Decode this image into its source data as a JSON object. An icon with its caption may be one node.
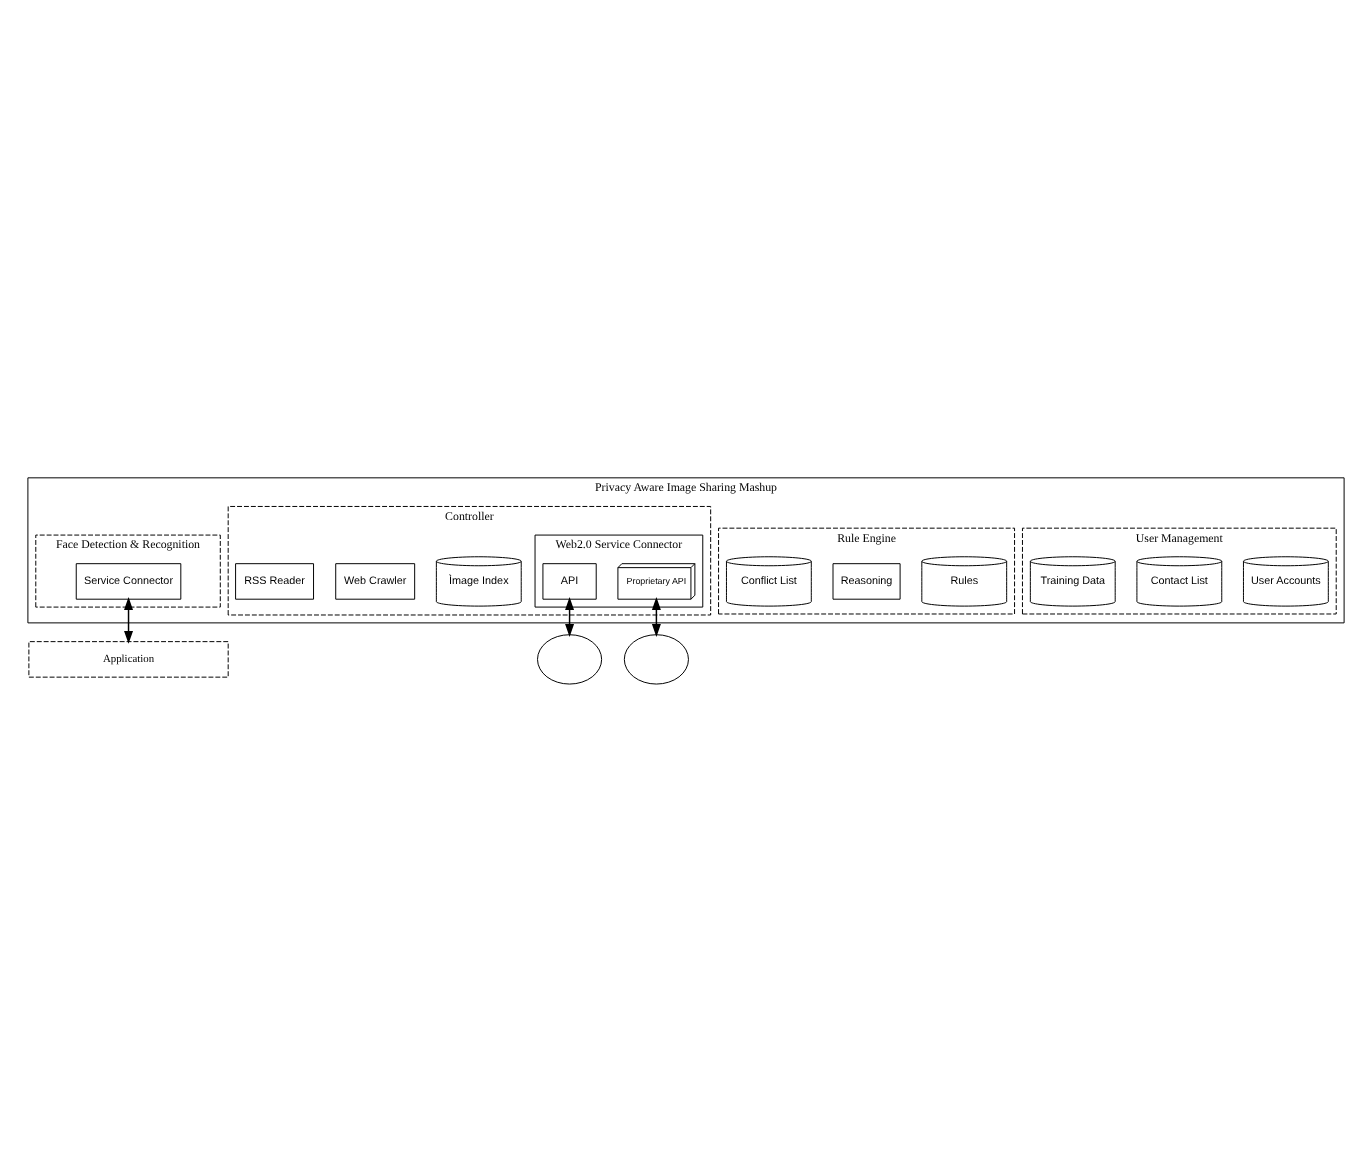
{
  "diagram": {
    "nodes": [
      {
        "text": [
          "Privacy Aware Image Sharing Mashup"
        ]
      },
      {
        "text": [
          "User Management"
        ],
        "in": 0
      },
      {
        "text": [
          "User Accounts"
        ],
        "in": 1
      },
      {
        "text": [
          "Contact List"
        ],
        "in": 1
      },
      {
        "text": [
          "Training Data"
        ],
        "in": 1
      },
      {
        "text": [
          "Rule Engine"
        ],
        "in": 0
      },
      {
        "text": [
          "Rules"
        ],
        "in": 5
      },
      {
        "text": [
          "Reasoning"
        ],
        "in": 5
      },
      {
        "text": [
          "Conflict List"
        ],
        "in": 5
      },
      {
        "text": [
          "Face Detection & Recognition"
        ],
        "in": 0
      },
      {
        "text": [
          "Service Connector"
        ],
        "in": 9
      },
      {
        "text": [
          "Controller"
        ],
        "in": 0
      },
      {
        "text": [
          "Ìmage Index"
        ],
        "in": 11
      },
      {
        "text": [
          "Web Crawler"
        ],
        "in": 11
      },
      {
        "text": [
          "RSS Reader"
        ],
        "in": 11
      },
      {
        "text": [
          "Web2.0 Service Connector"
        ],
        "in": 11
      },
      {
        "text": [
          "Proprietary API"
        ],
        "in": 15
      },
      {
        "text": [
          "API"
        ],
        "in": 15
      },
      {
        "text": [
          "Application"
        ]
      },
      {
        "text": [],
        "shape": "cloud"
      },
      {
        "text": [],
        "shape": "cloud"
      }
    ],
    "edges": [
      {
        "from": 10,
        "to": 18,
        "arrow": "both"
      },
      {
        "from": 17,
        "to": 19,
        "arrow": "both"
      },
      {
        "from": 16,
        "to": 20,
        "arrow": "both"
      }
    ]
  }
}
